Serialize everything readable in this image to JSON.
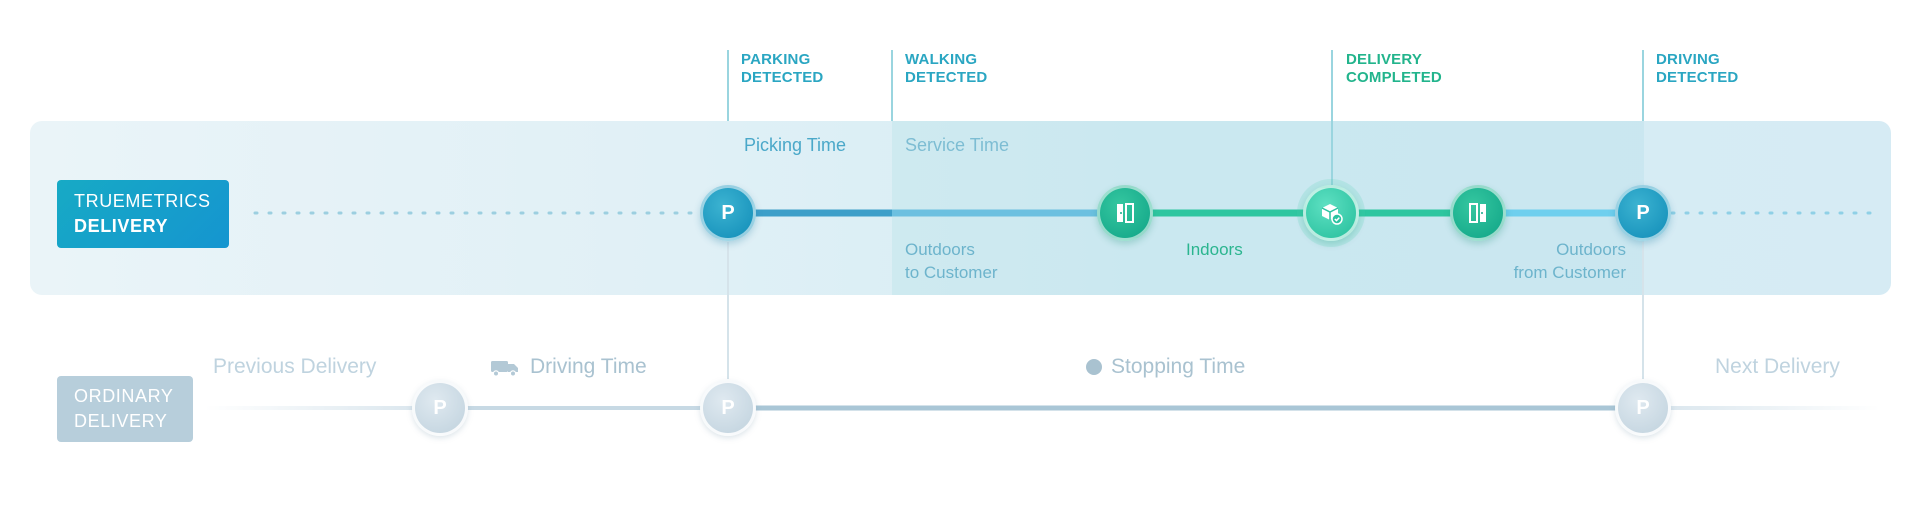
{
  "truemetrics": {
    "badge": {
      "line1": "TRUEMETRICS",
      "line2": "DELIVERY"
    },
    "markers": {
      "parking": {
        "line1": "PARKING",
        "line2": "DETECTED"
      },
      "walking": {
        "line1": "WALKING",
        "line2": "DETECTED"
      },
      "delivery": {
        "line1": "DELIVERY",
        "line2": "COMPLETED"
      },
      "driving": {
        "line1": "DRIVING",
        "line2": "DETECTED"
      }
    },
    "phases": {
      "picking_time": "Picking Time",
      "service_time": "Service Time",
      "outdoors_to_customer": {
        "line1": "Outdoors",
        "line2": "to Customer"
      },
      "indoors": "Indoors",
      "outdoors_from_customer": {
        "line1": "Outdoors",
        "line2": "from Customer"
      }
    },
    "nodes": {
      "parking_glyph": "P",
      "driving_glyph": "P"
    }
  },
  "ordinary": {
    "badge": {
      "line1": "ORDINARY",
      "line2": "DELIVERY"
    },
    "labels": {
      "previous_delivery": "Previous Delivery",
      "driving_time": "Driving Time",
      "stopping_time": "Stopping Time",
      "next_delivery": "Next Delivery"
    },
    "icons": {
      "driving": "truck-icon",
      "stopping": "dot-icon"
    },
    "node_glyph": "P"
  },
  "colors": {
    "brand_blue": "#1994bd",
    "brand_green": "#22b48c",
    "ordinary_gray": "#b7cedb",
    "panel_bg": "#e0f0f6"
  }
}
